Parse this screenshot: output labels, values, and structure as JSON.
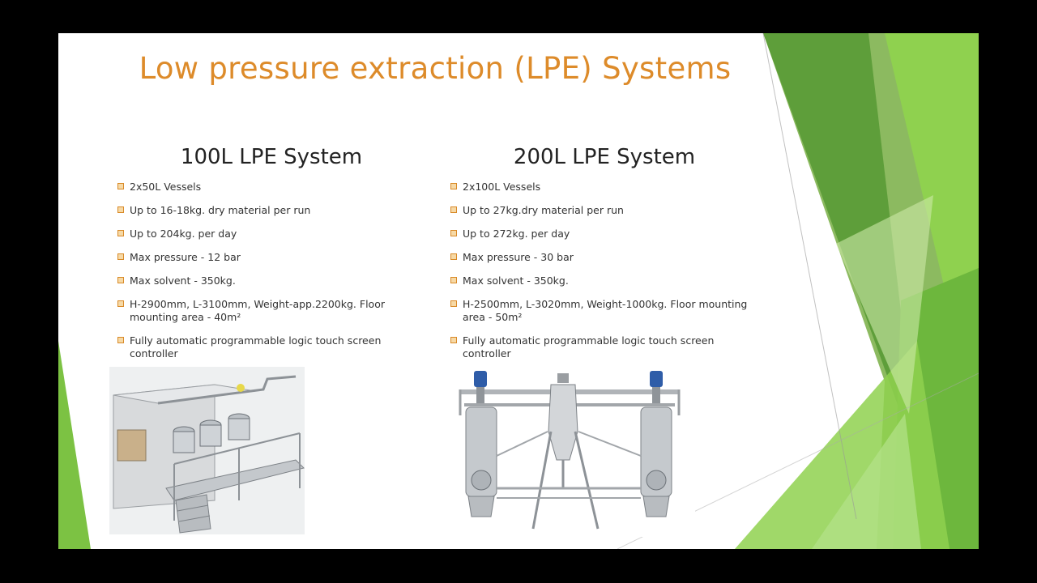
{
  "slide": {
    "title": "Low pressure extraction (LPE) Systems",
    "columns": [
      {
        "heading": "100L LPE System",
        "bullets": [
          "2x50L Vessels",
          "Up to 16-18kg. dry material per run",
          "Up to 204kg. per day",
          "Max pressure - 12 bar",
          "Max solvent - 350kg.",
          "H-2900mm, L-3100mm, Weight-app.2200kg. Floor mounting area - 40m²",
          "Fully automatic programmable logic touch screen controller"
        ],
        "image": "100l-lpe-system-image"
      },
      {
        "heading": "200L LPE System",
        "bullets": [
          "2x100L Vessels",
          "Up to 27kg.dry material per run",
          "Up to 272kg. per day",
          "Max pressure - 30 bar",
          "Max solvent - 350kg.",
          "H-2500mm, L-3020mm, Weight-1000kg. Floor mounting area - 50m²",
          "Fully automatic programmable logic touch screen controller"
        ],
        "image": "200l-lpe-system-image"
      }
    ]
  },
  "colors": {
    "title": "#dd8b2a",
    "accent_green_dark": "#5fa53a",
    "accent_green_light": "#8fd14f",
    "bullet": "#d98a28"
  }
}
